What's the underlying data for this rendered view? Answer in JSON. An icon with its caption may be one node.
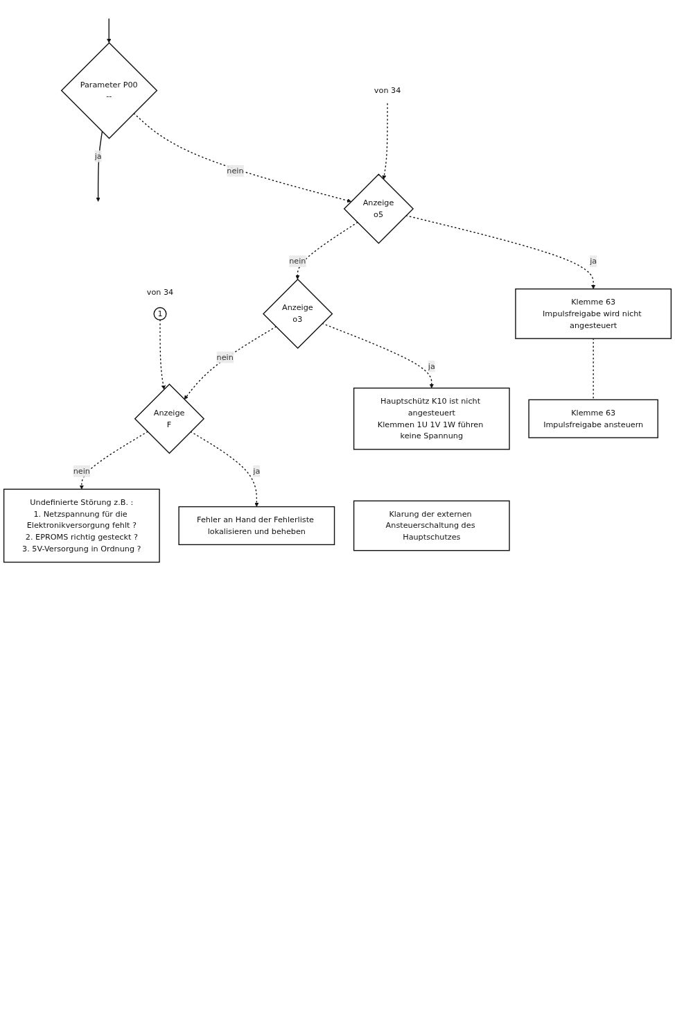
{
  "diagram": {
    "nodes": [
      {
        "text": [
          "Parameter P00",
          "--"
        ]
      },
      {
        "text": [
          "von 34"
        ]
      },
      {
        "text": [
          "Anzeige",
          "o5"
        ]
      },
      {
        "text": [
          "Klemme 63",
          "Impulsfreigabe wird nicht angesteuert"
        ]
      },
      {
        "text": [
          "Klemme 63",
          "Impulsfreigabe ansteuern"
        ]
      },
      {
        "text": [
          "Anzeige",
          "o3"
        ]
      },
      {
        "text": [
          "Hauptschütz K10 ist nicht angesteuert",
          "Klemmen 1U 1V 1W führen keine Spannung"
        ]
      },
      {
        "text": [
          "Klarung der externen Ansteuerschaltung des Hauptschutzes"
        ]
      },
      {
        "text": [
          "1"
        ],
        "beside": [
          "von 34"
        ]
      },
      {
        "text": [
          "Anzeige",
          "F"
        ]
      },
      {
        "text": [
          "Fehler an Hand der Fehlerliste lokalisieren und beheben"
        ]
      },
      {
        "text": [
          "Undefinierte Störung z.B. :",
          "1. Netzspannung für die Elektronikversorgung fehlt ?",
          "2. EPROMS richtig gesteckt ?",
          "3. 5V-Versorgung in Ordnung ?"
        ]
      }
    ],
    "edges": [
      {
        "from": null,
        "to": 0,
        "arrow": "to"
      },
      {
        "from": 0,
        "to": 2,
        "arrow": "to",
        "label": "nein",
        "style": "dashed"
      },
      {
        "from": 1,
        "to": 2,
        "arrow": "to",
        "style": "dashed"
      },
      {
        "from": 0,
        "to": null,
        "arrow": "to",
        "label": "ja"
      },
      {
        "from": 2,
        "to": 3,
        "arrow": "to",
        "label": "ja",
        "style": "dashed"
      },
      {
        "from": 3,
        "to": 4,
        "arrow": "none",
        "style": "dashed"
      },
      {
        "from": 2,
        "to": 5,
        "arrow": "to",
        "label": "nein",
        "style": "dashed"
      },
      {
        "from": 5,
        "to": 6,
        "arrow": "to",
        "label": "ja",
        "style": "dashed"
      },
      {
        "from": 5,
        "to": 9,
        "arrow": "to",
        "label": "nein",
        "style": "dashed"
      },
      {
        "from": 8,
        "to": 9,
        "arrow": "to",
        "style": "dashed"
      },
      {
        "from": 9,
        "to": 10,
        "arrow": "to",
        "label": "ja",
        "style": "dashed"
      },
      {
        "from": 9,
        "to": 11,
        "arrow": "to",
        "label": "nein",
        "style": "dashed"
      }
    ]
  }
}
